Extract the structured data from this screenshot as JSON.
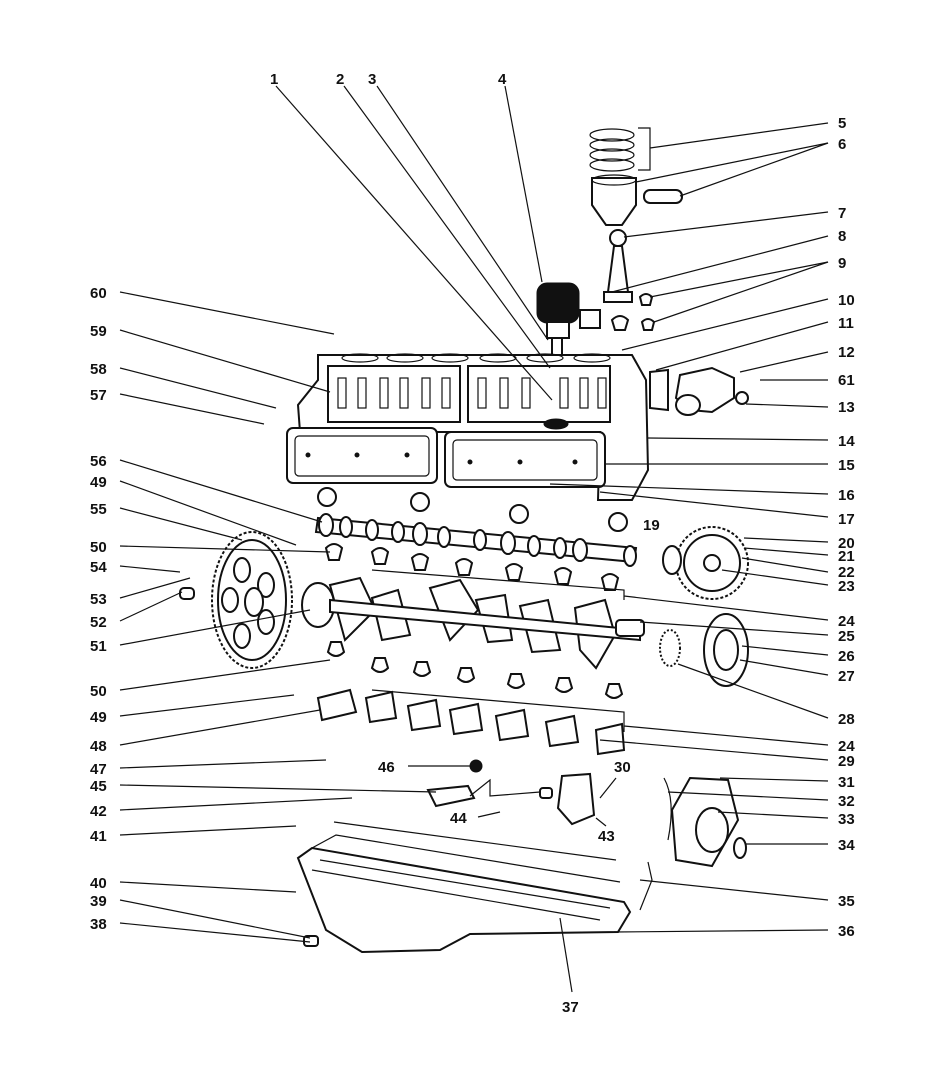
{
  "labels": [
    "1",
    "2",
    "3",
    "4",
    "5",
    "6",
    "7",
    "8",
    "9",
    "10",
    "11",
    "12",
    "13",
    "14",
    "15",
    "16",
    "17",
    "19",
    "20",
    "21",
    "22",
    "23",
    "24",
    "25",
    "26",
    "27",
    "28",
    "29",
    "30",
    "31",
    "32",
    "33",
    "34",
    "35",
    "36",
    "37",
    "38",
    "39",
    "40",
    "41",
    "42",
    "43",
    "44",
    "45",
    "46",
    "47",
    "48",
    "49",
    "50",
    "51",
    "52",
    "53",
    "54",
    "55",
    "56",
    "57",
    "58",
    "59",
    "60",
    "61"
  ],
  "colors": {
    "ink": "#111111",
    "paper": "#ffffff"
  }
}
